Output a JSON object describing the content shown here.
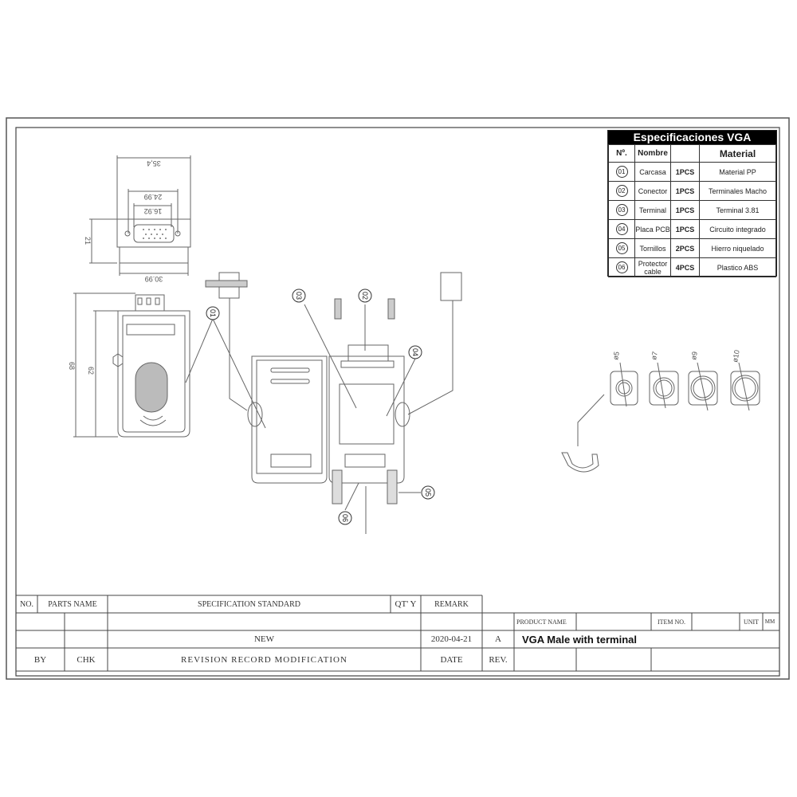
{
  "spec_table": {
    "title": "Especificaciones VGA",
    "headers": {
      "no": "Nº.",
      "name": "Nombre",
      "qty": "",
      "material": "Material"
    },
    "rows": [
      {
        "no": "01",
        "name": "Carcasa",
        "qty": "1PCS",
        "material": "Material PP"
      },
      {
        "no": "02",
        "name": "Conector",
        "qty": "1PCS",
        "material": "Terminales Macho"
      },
      {
        "no": "03",
        "name": "Terminal",
        "qty": "1PCS",
        "material": "Terminal 3.81"
      },
      {
        "no": "04",
        "name": "Placa PCB",
        "qty": "1PCS",
        "material": "Circuito integrado"
      },
      {
        "no": "05",
        "name": "Tornillos",
        "qty": "2PCS",
        "material": "Hierro niquelado"
      },
      {
        "no": "06",
        "name": "Protector cable",
        "qty": "4PCS",
        "material": "Plastico ABS"
      }
    ]
  },
  "dimensions": {
    "width_top": "35,4",
    "screw_spacing": "24.99",
    "dsub_width": "16.92",
    "height_front": "21",
    "body_width": "30.99",
    "total_length": "68",
    "body_length": "62"
  },
  "holes": [
    "ø5",
    "ø7",
    "ø9",
    "ø10"
  ],
  "callouts": [
    "01",
    "02",
    "03",
    "04",
    "05",
    "06"
  ],
  "title_block": {
    "no": "NO.",
    "parts_name": "PARTS NAME",
    "spec_standard": "SPECIFICATION STANDARD",
    "qty": "QT' Y",
    "remark": "REMARK",
    "revision_desc": "NEW",
    "revision_date": "2020-04-21",
    "revision_letter": "A",
    "by": "BY",
    "chk": "CHK",
    "revision_record": "REVISION RECORD MODIFICATION",
    "date": "DATE",
    "rev": "REV.",
    "product_name_label": "PRODUCT NAME",
    "item_no_label": "ITEM NO.",
    "unit_label": "UNIT",
    "unit_value": "MM",
    "product_name": "VGA Male with terminal"
  }
}
